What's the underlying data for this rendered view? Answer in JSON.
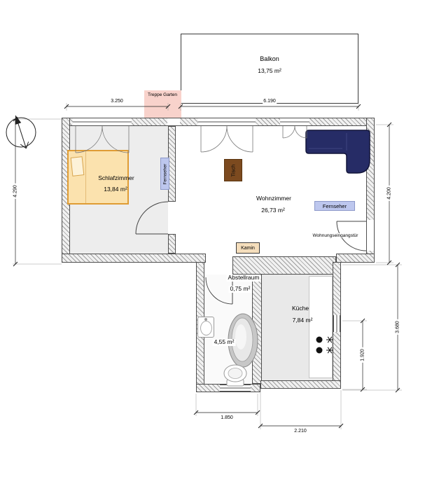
{
  "rooms": {
    "balkon": {
      "name": "Balkon",
      "area": "13,75 m²"
    },
    "schlafzimmer": {
      "name": "Schlafzimmer",
      "area": "13,84 m²"
    },
    "wohnzimmer": {
      "name": "Wohnzimmer",
      "area": "26,73 m²"
    },
    "abstellraum": {
      "name": "Abstellraum",
      "area": "0,75 m²"
    },
    "kueche": {
      "name": "Küche",
      "area": "7,84 m²"
    },
    "bad": {
      "area": "4,55 m²"
    }
  },
  "annotations": {
    "treppe_garten": "Treppe Garten",
    "wohnungseingangstuer": "Wohnungseingangstür",
    "kamin": "Kamin",
    "tisch": "Tisch",
    "fernseher_schlafzimmer": "Fernseher",
    "fernseher_wohnzimmer": "Fernseher"
  },
  "dimensions": {
    "balkon_breite": "6.190",
    "schlafzimmer_breite": "3.250",
    "links_hoehe": "4.290",
    "rechts_oben_hoehe": "4.200",
    "rechts_unten_hoehe": "3.680",
    "kueche_hoehe": "1.920",
    "bad_breite": "1.850",
    "kueche_breite": "2.210"
  },
  "colors": {
    "sofa": "#262c66",
    "bed_fill": "#fbe2ae",
    "bed_border": "#df9c35",
    "tisch": "#7c4a1f",
    "fernseher": "#bdc7ee",
    "treppe": "#f8d2cb",
    "kamin": "#f5debc"
  }
}
